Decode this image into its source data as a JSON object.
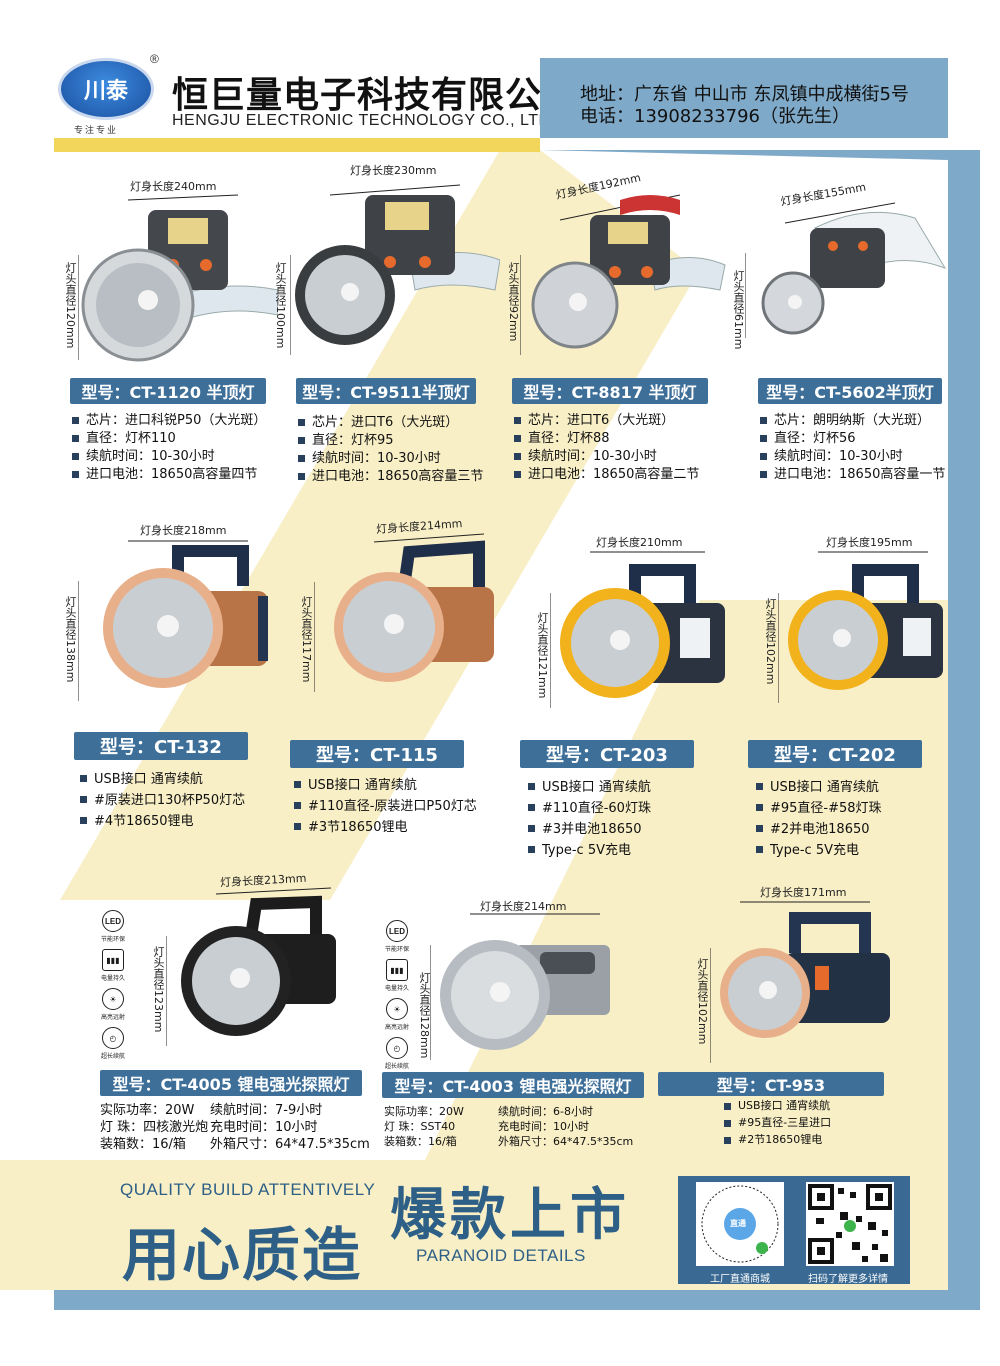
{
  "header": {
    "logo_text": "川泰",
    "logo_reg": "®",
    "logo_slogan": "专注专业",
    "company_cn": "恒巨量电子科技有限公司",
    "company_en": "HENGJU ELECTRONIC TECHNOLOGY CO., LTD.",
    "address": "地址：广东省 中山市 东凤镇中成横街5号",
    "phone": "电话：13908233796（张先生）"
  },
  "colors": {
    "accent_blue": "#3d6f99",
    "light_blue": "#7fa9c8",
    "yellow": "#f2d55b",
    "cream": "#f8efc6"
  },
  "products": [
    {
      "model": "型号：CT-1120 半顶灯",
      "length": "灯身长度240mm",
      "diameter": "灯头直径120mm",
      "specs": [
        "芯片：进口科锐P50（大光斑）",
        "直径：灯杯110",
        "续航时间：10-30小时",
        "进口电池：18650高容量四节"
      ]
    },
    {
      "model": "型号：CT-9511半顶灯",
      "length": "灯身长度230mm",
      "diameter": "灯头直径100mm",
      "specs": [
        "芯片：进口T6（大光斑）",
        "直径：灯杯95",
        "续航时间：10-30小时",
        "进口电池：18650高容量三节"
      ]
    },
    {
      "model": "型号：CT-8817 半顶灯",
      "length": "灯身长度192mm",
      "diameter": "灯头直径92mm",
      "specs": [
        "芯片：进口T6（大光斑）",
        "直径：灯杯88",
        "续航时间：10-30小时",
        "进口电池：18650高容量二节"
      ]
    },
    {
      "model": "型号：CT-5602半顶灯",
      "length": "灯身长度155mm",
      "diameter": "灯头直径61mm",
      "specs": [
        "芯片：朗明纳斯（大光斑）",
        "直径：灯杯56",
        "续航时间：10-30小时",
        "进口电池：18650高容量一节"
      ]
    },
    {
      "model": "型号：CT-132",
      "length": "灯身长度218mm",
      "diameter": "灯头直径138mm",
      "specs": [
        "USB接口 通宵续航",
        "#原装进口130杯P50灯芯",
        "#4节18650锂电"
      ]
    },
    {
      "model": "型号：CT-115",
      "length": "灯身长度214mm",
      "diameter": "灯头直径117mm",
      "specs": [
        "USB接口 通宵续航",
        "#110直径-原装进口P50灯芯",
        "#3节18650锂电"
      ]
    },
    {
      "model": "型号：CT-203",
      "length": "灯身长度210mm",
      "diameter": "灯头直径121mm",
      "specs": [
        "USB接口 通宵续航",
        "#110直径-60灯珠",
        "#3并电池18650",
        "Type-c 5V充电"
      ]
    },
    {
      "model": "型号：CT-202",
      "length": "灯身长度195mm",
      "diameter": "灯头直径102mm",
      "specs": [
        "USB接口 通宵续航",
        "#95直径-#58灯珠",
        "#2并电池18650",
        "Type-c 5V充电"
      ]
    },
    {
      "model": "型号：CT-4005 锂电强光探照灯",
      "length": "灯身长度213mm",
      "diameter": "灯头直径123mm",
      "specs": [
        "实际功率：20W",
        "续航时间：7-9小时",
        "灯 珠：四核激光炮",
        "充电时间：10小时",
        "装箱数：16/箱",
        "外箱尺寸：64*47.5*35cm"
      ]
    },
    {
      "model": "型号：CT-4003 锂电强光探照灯",
      "length": "灯身长度214mm",
      "diameter": "灯头直径128mm",
      "specs": [
        "实际功率：20W",
        "续航时间：6-8小时",
        "灯 珠：SST40",
        "充电时间：10小时",
        "装箱数：16/箱",
        "外箱尺寸：64*47.5*35cm"
      ]
    },
    {
      "model": "型号：CT-953",
      "length": "灯身长度171mm",
      "diameter": "灯头直径102mm",
      "specs": [
        "USB接口 通宵续航",
        "#95直径-三星进口",
        "#2节18650锂电"
      ]
    }
  ],
  "feature_icons": [
    {
      "glyph": "LED",
      "caption": "节能环保",
      "icon": "led-icon"
    },
    {
      "glyph": "▮▮▮",
      "caption": "电量持久",
      "icon": "battery-icon"
    },
    {
      "glyph": "☀",
      "caption": "高亮远射",
      "icon": "bulb-icon"
    },
    {
      "glyph": "◴",
      "caption": "超长续航",
      "icon": "clock-icon"
    }
  ],
  "bottom": {
    "quality_en": "QUALITY BUILD ATTENTIVELY",
    "quality_cn": "用心质造",
    "hot_cn": "爆款上市",
    "paranoid_en": "PARANOID DETAILS",
    "qr1_caption": "工厂直通商城",
    "qr1_center": "直通",
    "qr2_caption": "扫码了解更多详情"
  }
}
